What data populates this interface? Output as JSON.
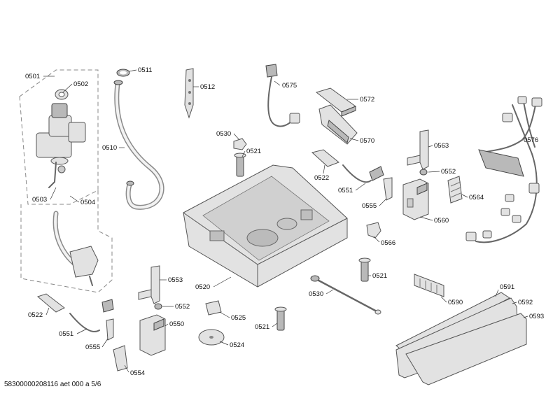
{
  "document_id": "58300000208116 aet 000 a 5/6",
  "labels": {
    "l0501": "0501",
    "l0502": "0502",
    "l0503": "0503",
    "l0504": "0504",
    "l0510": "0510",
    "l0511": "0511",
    "l0512": "0512",
    "l0575": "0575",
    "l0572": "0572",
    "l0570": "0570",
    "l0530a": "0530",
    "l0521a": "0521",
    "l0522a": "0522",
    "l0551a": "0551",
    "l0555a": "0555",
    "l0563": "0563",
    "l0552a": "0552",
    "l0560": "0560",
    "l0564": "0564",
    "l0576": "0576",
    "l0566": "0566",
    "l0521b": "0521",
    "l0520": "0520",
    "l0530b": "0530",
    "l0553": "0553",
    "l0552b": "0552",
    "l0550": "0550",
    "l0525": "0525",
    "l0524": "0524",
    "l0521c": "0521",
    "l0522b": "0522",
    "l0551b": "0551",
    "l0555b": "0555",
    "l0554": "0554",
    "l0590": "0590",
    "l0591": "0591",
    "l0592": "0592",
    "l0593": "0593"
  }
}
